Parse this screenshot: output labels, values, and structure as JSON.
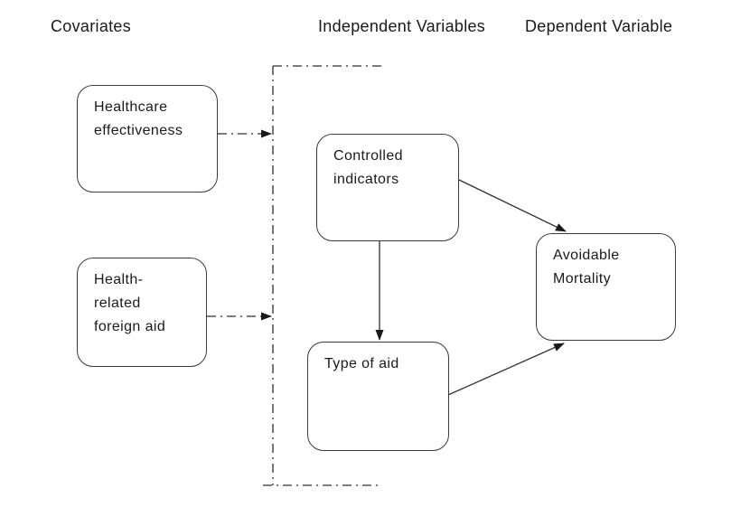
{
  "diagram": {
    "headers": {
      "covariates": "Covariates",
      "independent_variables": "Independent Variables",
      "dependent_variable": "Dependent Variable"
    },
    "nodes": {
      "healthcare_effectiveness": {
        "label": "Healthcare\neffectiveness",
        "column": "Covariates"
      },
      "health_related_foreign_aid": {
        "label": "Health-\nrelated\nforeign aid",
        "column": "Covariates"
      },
      "controlled_indicators": {
        "label": "Controlled\nindicators",
        "column": "Independent Variables"
      },
      "type_of_aid": {
        "label": "Type of aid",
        "column": "Independent Variables"
      },
      "avoidable_mortality": {
        "label": "Avoidable\nMortality",
        "column": "Dependent Variable"
      }
    },
    "edges": [
      {
        "from": "Healthcare effectiveness",
        "to": "Independent variables boundary",
        "style": "dash-dot",
        "arrow": true
      },
      {
        "from": "Health-related foreign aid",
        "to": "Independent variables boundary",
        "style": "dash-dot",
        "arrow": true
      },
      {
        "from": "Controlled indicators",
        "to": "Avoidable Mortality",
        "style": "solid",
        "arrow": true
      },
      {
        "from": "Controlled indicators",
        "to": "Type of aid",
        "style": "solid",
        "arrow": true
      },
      {
        "from": "Type of aid",
        "to": "Avoidable Mortality",
        "style": "solid",
        "arrow": true
      }
    ],
    "colors": {
      "background": "#ffffff",
      "line": "#2e2e2e",
      "text": "#1a1a1a"
    }
  }
}
